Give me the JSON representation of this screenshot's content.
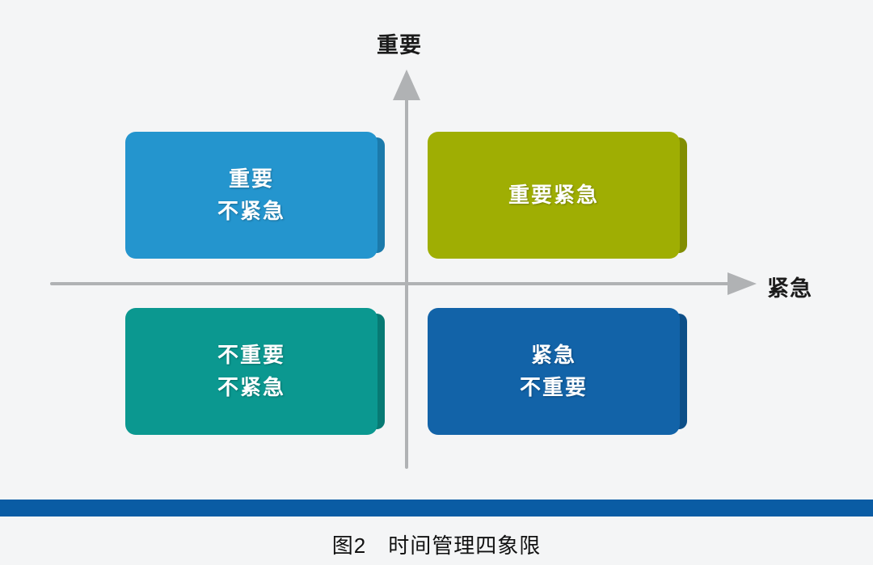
{
  "figure": {
    "background_color": "#f4f5f6",
    "caption": "图2　时间管理四象限",
    "divider_color": "#0a5ca4"
  },
  "axes": {
    "vertical_label": "重要",
    "horizontal_label": "紧急",
    "axis_color": "#b0b2b4",
    "vertical_arrow_icon": "arrow-up-icon",
    "horizontal_arrow_icon": "arrow-right-icon"
  },
  "quadrants": [
    {
      "id": "important-not-urgent",
      "position": "top-left",
      "line1": "重要",
      "line2": "不紧急",
      "color": "#2495ce",
      "shadow_color": "#1b7aab"
    },
    {
      "id": "important-urgent",
      "position": "top-right",
      "line1": "重要紧急",
      "line2": "",
      "color": "#9fae03",
      "shadow_color": "#828e02"
    },
    {
      "id": "not-important-not-urgent",
      "position": "bottom-left",
      "line1": "不重要",
      "line2": "不紧急",
      "color": "#0b9890",
      "shadow_color": "#077a74"
    },
    {
      "id": "urgent-not-important",
      "position": "bottom-right",
      "line1": "紧急",
      "line2": "不重要",
      "color": "#1263a8",
      "shadow_color": "#0d4f88"
    }
  ],
  "chart_data": {
    "type": "scatter",
    "title": "图2　时间管理四象限",
    "xlabel": "紧急",
    "ylabel": "重要",
    "grid": false,
    "legend_position": "none",
    "quadrant_labels": {
      "top_left": "重要 / 不紧急",
      "top_right": "重要紧急",
      "bottom_left": "不重要 / 不紧急",
      "bottom_right": "紧急 / 不重要"
    }
  }
}
